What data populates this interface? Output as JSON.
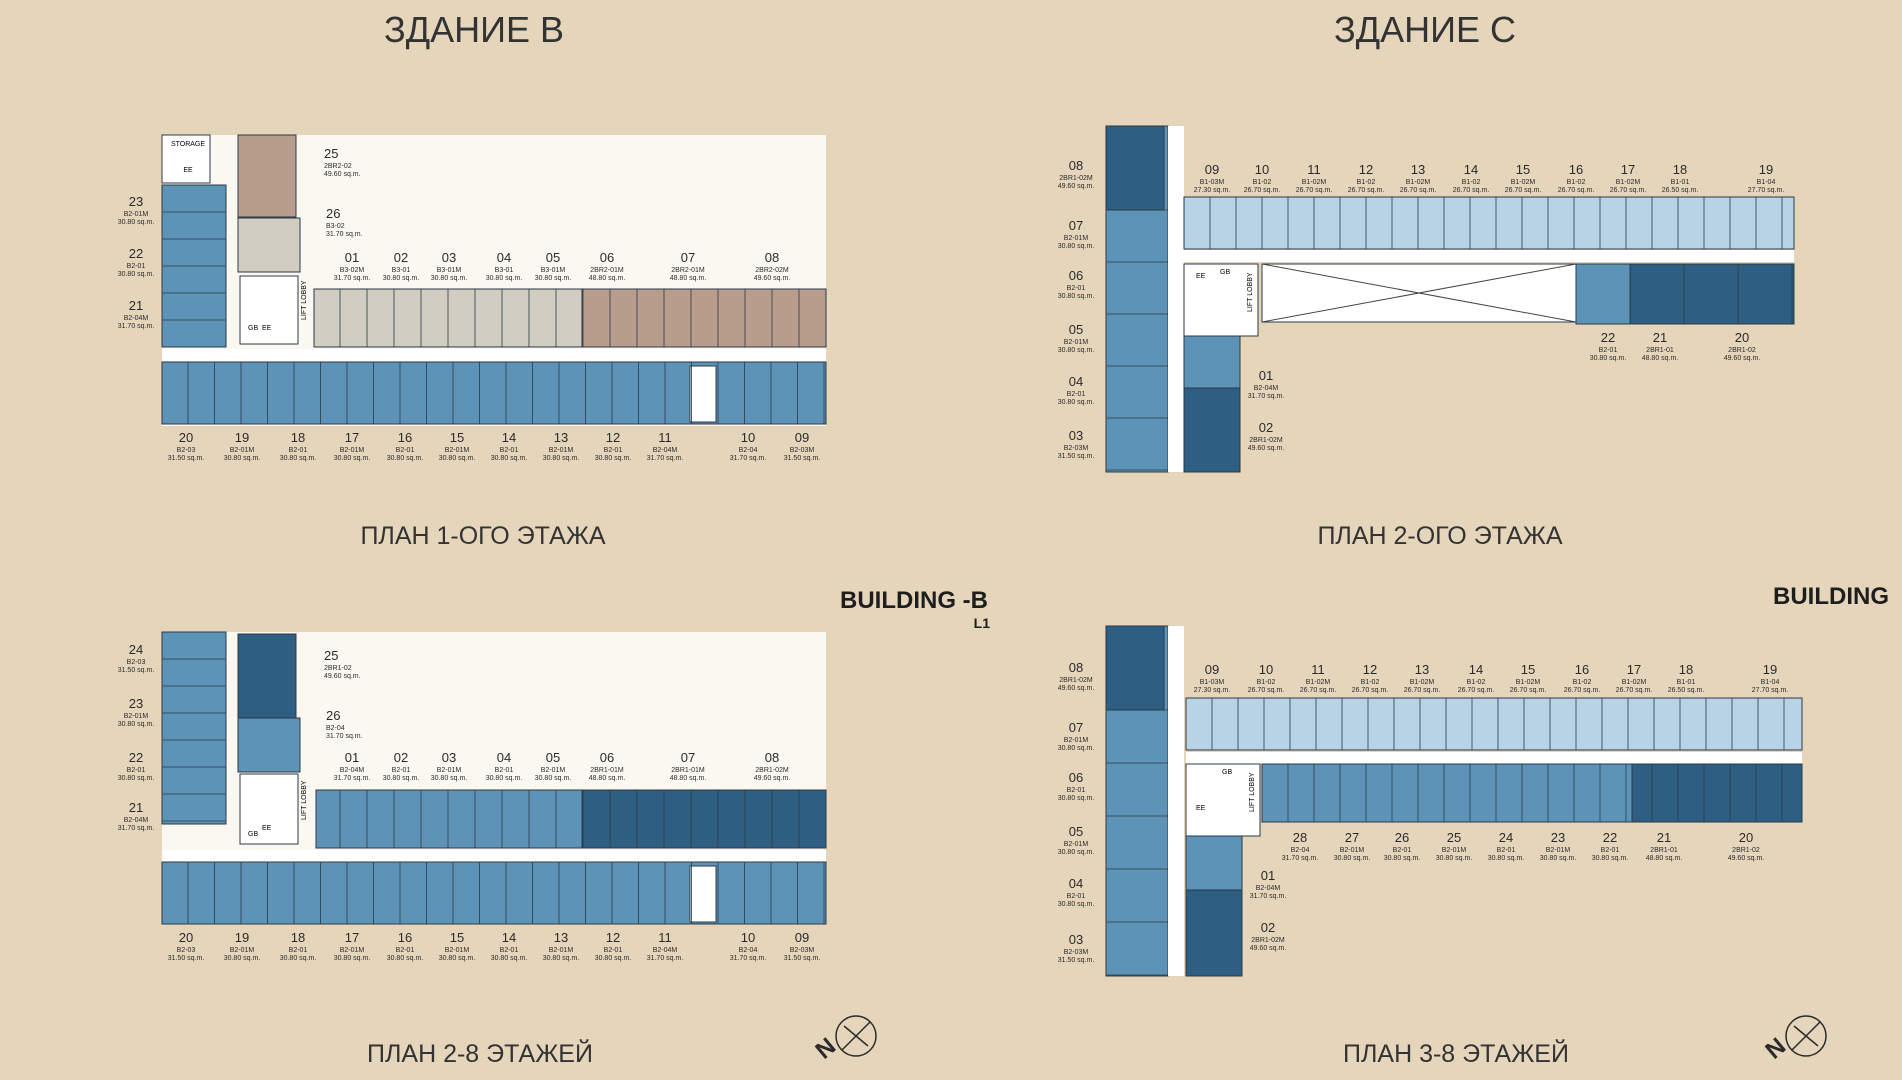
{
  "headings": {
    "building_b": "ЗДАНИЕ В",
    "building_c": "ЗДАНИЕ С",
    "plan_b_1": "ПЛАН 1-ОГО ЭТАЖА",
    "plan_c_2": "ПЛАН 2-ОГО ЭТАЖА",
    "plan_b_2_8": "ПЛАН 2-8 ЭТАЖЕЙ",
    "plan_c_3_8": "ПЛАН 3-8 ЭТАЖЕЙ",
    "building_b_badge": "BUILDING -B",
    "building_b_level": "L1",
    "building_c_badge": "BUILDING"
  },
  "labels": {
    "storage": "STORAGE",
    "ee": "EE",
    "gb": "GB",
    "lift_lobby": "LIFT LOBBY"
  },
  "plans": [
    {
      "id": "b-floor1",
      "units": [
        {
          "no": "25",
          "type": "2BR2-02",
          "area": "49.60 sq.m."
        },
        {
          "no": "26",
          "type": "B3-02",
          "area": "31.70 sq.m."
        },
        {
          "no": "23",
          "type": "B2-01M",
          "area": "30.80 sq.m."
        },
        {
          "no": "22",
          "type": "B2-01",
          "area": "30.80 sq.m."
        },
        {
          "no": "21",
          "type": "B2-04M",
          "area": "31.70 sq.m."
        },
        {
          "no": "01",
          "type": "B3-02M",
          "area": "31.70 sq.m."
        },
        {
          "no": "02",
          "type": "B3-01",
          "area": "30.80 sq.m."
        },
        {
          "no": "03",
          "type": "B3-01M",
          "area": "30.80 sq.m."
        },
        {
          "no": "04",
          "type": "B3-01",
          "area": "30.80 sq.m."
        },
        {
          "no": "05",
          "type": "B3-01M",
          "area": "30.80 sq.m."
        },
        {
          "no": "06",
          "type": "2BR2-01M",
          "area": "48.80 sq.m."
        },
        {
          "no": "07",
          "type": "2BR2-01M",
          "area": "48.80 sq.m."
        },
        {
          "no": "08",
          "type": "2BR2-02M",
          "area": "49.60 sq.m."
        },
        {
          "no": "20",
          "type": "B2-03",
          "area": "31.50 sq.m."
        },
        {
          "no": "19",
          "type": "B2-01M",
          "area": "30.80 sq.m."
        },
        {
          "no": "18",
          "type": "B2-01",
          "area": "30.80 sq.m."
        },
        {
          "no": "17",
          "type": "B2-01M",
          "area": "30.80 sq.m."
        },
        {
          "no": "16",
          "type": "B2-01",
          "area": "30.80 sq.m."
        },
        {
          "no": "15",
          "type": "B2-01M",
          "area": "30.80 sq.m."
        },
        {
          "no": "14",
          "type": "B2-01",
          "area": "30.80 sq.m."
        },
        {
          "no": "13",
          "type": "B2-01M",
          "area": "30.80 sq.m."
        },
        {
          "no": "12",
          "type": "B2-01",
          "area": "30.80 sq.m."
        },
        {
          "no": "11",
          "type": "B2-04M",
          "area": "31.70 sq.m."
        },
        {
          "no": "10",
          "type": "B2-04",
          "area": "31.70 sq.m."
        },
        {
          "no": "09",
          "type": "B2-03M",
          "area": "31.50 sq.m."
        }
      ]
    },
    {
      "id": "c-floor2",
      "units": [
        {
          "no": "08",
          "type": "2BR1-02M",
          "area": "49.60 sq.m."
        },
        {
          "no": "07",
          "type": "B2-01M",
          "area": "30.80 sq.m."
        },
        {
          "no": "06",
          "type": "B2-01",
          "area": "30.80 sq.m."
        },
        {
          "no": "05",
          "type": "B2-01M",
          "area": "30.80 sq.m."
        },
        {
          "no": "04",
          "type": "B2-01",
          "area": "30.80 sq.m."
        },
        {
          "no": "03",
          "type": "B2-03M",
          "area": "31.50 sq.m."
        },
        {
          "no": "09",
          "type": "B1-03M",
          "area": "27.30 sq.m."
        },
        {
          "no": "10",
          "type": "B1-02",
          "area": "26.70 sq.m."
        },
        {
          "no": "11",
          "type": "B1-02M",
          "area": "26.70 sq.m."
        },
        {
          "no": "12",
          "type": "B1-02",
          "area": "26.70 sq.m."
        },
        {
          "no": "13",
          "type": "B1-02M",
          "area": "26.70 sq.m."
        },
        {
          "no": "14",
          "type": "B1-02",
          "area": "26.70 sq.m."
        },
        {
          "no": "15",
          "type": "B1-02M",
          "area": "26.70 sq.m."
        },
        {
          "no": "16",
          "type": "B1-02",
          "area": "26.70 sq.m."
        },
        {
          "no": "17",
          "type": "B1-02M",
          "area": "26.70 sq.m."
        },
        {
          "no": "18",
          "type": "B1-01",
          "area": "26.50 sq.m."
        },
        {
          "no": "19",
          "type": "B1-04",
          "area": "27.70 sq.m."
        },
        {
          "no": "01",
          "type": "B2-04M",
          "area": "31.70 sq.m."
        },
        {
          "no": "02",
          "type": "2BR1-02M",
          "area": "49.60 sq.m."
        },
        {
          "no": "22",
          "type": "B2-01",
          "area": "30.80 sq.m."
        },
        {
          "no": "21",
          "type": "2BR1-01",
          "area": "48.80 sq.m."
        },
        {
          "no": "20",
          "type": "2BR1-02",
          "area": "49.60 sq.m."
        }
      ]
    },
    {
      "id": "b-floor2-8",
      "units": [
        {
          "no": "24",
          "type": "B2-03",
          "area": "31.50 sq.m."
        },
        {
          "no": "25",
          "type": "2BR1-02",
          "area": "49.60 sq.m."
        },
        {
          "no": "26",
          "type": "B2-04",
          "area": "31.70 sq.m."
        },
        {
          "no": "23",
          "type": "B2-01M",
          "area": "30.80 sq.m."
        },
        {
          "no": "22",
          "type": "B2-01",
          "area": "30.80 sq.m."
        },
        {
          "no": "21",
          "type": "B2-04M",
          "area": "31.70 sq.m."
        },
        {
          "no": "01",
          "type": "B2-04M",
          "area": "31.70 sq.m."
        },
        {
          "no": "02",
          "type": "B2-01",
          "area": "30.80 sq.m."
        },
        {
          "no": "03",
          "type": "B2-01M",
          "area": "30.80 sq.m."
        },
        {
          "no": "04",
          "type": "B2-01",
          "area": "30.80 sq.m."
        },
        {
          "no": "05",
          "type": "B2-01M",
          "area": "30.80 sq.m."
        },
        {
          "no": "06",
          "type": "2BR1-01M",
          "area": "48.80 sq.m."
        },
        {
          "no": "07",
          "type": "2BR1-01M",
          "area": "48.80 sq.m."
        },
        {
          "no": "08",
          "type": "2BR1-02M",
          "area": "49.60 sq.m."
        },
        {
          "no": "20",
          "type": "B2-03",
          "area": "31.50 sq.m."
        },
        {
          "no": "19",
          "type": "B2-01M",
          "area": "30.80 sq.m."
        },
        {
          "no": "18",
          "type": "B2-01",
          "area": "30.80 sq.m."
        },
        {
          "no": "17",
          "type": "B2-01M",
          "area": "30.80 sq.m."
        },
        {
          "no": "16",
          "type": "B2-01",
          "area": "30.80 sq.m."
        },
        {
          "no": "15",
          "type": "B2-01M",
          "area": "30.80 sq.m."
        },
        {
          "no": "14",
          "type": "B2-01",
          "area": "30.80 sq.m."
        },
        {
          "no": "13",
          "type": "B2-01M",
          "area": "30.80 sq.m."
        },
        {
          "no": "12",
          "type": "B2-01",
          "area": "30.80 sq.m."
        },
        {
          "no": "11",
          "type": "B2-04M",
          "area": "31.70 sq.m."
        },
        {
          "no": "10",
          "type": "B2-04",
          "area": "31.70 sq.m."
        },
        {
          "no": "09",
          "type": "B2-03M",
          "area": "31.50 sq.m."
        }
      ]
    },
    {
      "id": "c-floor3-8",
      "units": [
        {
          "no": "08",
          "type": "2BR1-02M",
          "area": "49.60 sq.m."
        },
        {
          "no": "07",
          "type": "B2-01M",
          "area": "30.80 sq.m."
        },
        {
          "no": "06",
          "type": "B2-01",
          "area": "30.80 sq.m."
        },
        {
          "no": "05",
          "type": "B2-01M",
          "area": "30.80 sq.m."
        },
        {
          "no": "04",
          "type": "B2-01",
          "area": "30.80 sq.m."
        },
        {
          "no": "03",
          "type": "B2-03M",
          "area": "31.50 sq.m."
        },
        {
          "no": "09",
          "type": "B1-03M",
          "area": "27.30 sq.m."
        },
        {
          "no": "10",
          "type": "B1-02",
          "area": "26.70 sq.m."
        },
        {
          "no": "11",
          "type": "B1-02M",
          "area": "26.70 sq.m."
        },
        {
          "no": "12",
          "type": "B1-02",
          "area": "26.70 sq.m."
        },
        {
          "no": "13",
          "type": "B1-02M",
          "area": "26.70 sq.m."
        },
        {
          "no": "14",
          "type": "B1-02",
          "area": "26.70 sq.m."
        },
        {
          "no": "15",
          "type": "B1-02M",
          "area": "26.70 sq.m."
        },
        {
          "no": "16",
          "type": "B1-02",
          "area": "26.70 sq.m."
        },
        {
          "no": "17",
          "type": "B1-02M",
          "area": "26.70 sq.m."
        },
        {
          "no": "18",
          "type": "B1-01",
          "area": "26.50 sq.m."
        },
        {
          "no": "19",
          "type": "B1-04",
          "area": "27.70 sq.m."
        },
        {
          "no": "01",
          "type": "B2-04M",
          "area": "31.70 sq.m."
        },
        {
          "no": "02",
          "type": "2BR1-02M",
          "area": "49.60 sq.m."
        },
        {
          "no": "28",
          "type": "B2-04",
          "area": "31.70 sq.m."
        },
        {
          "no": "27",
          "type": "B2-01M",
          "area": "30.80 sq.m."
        },
        {
          "no": "26",
          "type": "B2-01",
          "area": "30.80 sq.m."
        },
        {
          "no": "25",
          "type": "B2-01M",
          "area": "30.80 sq.m."
        },
        {
          "no": "24",
          "type": "B2-01",
          "area": "30.80 sq.m."
        },
        {
          "no": "23",
          "type": "B2-01M",
          "area": "30.80 sq.m."
        },
        {
          "no": "22",
          "type": "B2-01",
          "area": "30.80 sq.m."
        },
        {
          "no": "21",
          "type": "2BR1-01",
          "area": "48.80 sq.m."
        },
        {
          "no": "20",
          "type": "2BR1-02",
          "area": "49.60 sq.m."
        }
      ]
    }
  ],
  "compass": [
    {
      "letter": "N"
    },
    {
      "letter": "N"
    }
  ],
  "colors": {
    "background": "#e5d5bb",
    "unit_light": "#b8d3e6",
    "unit_mid": "#5e93b8",
    "unit_dark": "#2e5f82",
    "unit_grey": "#d2cdc3",
    "unit_rose": "#b89c8c"
  }
}
